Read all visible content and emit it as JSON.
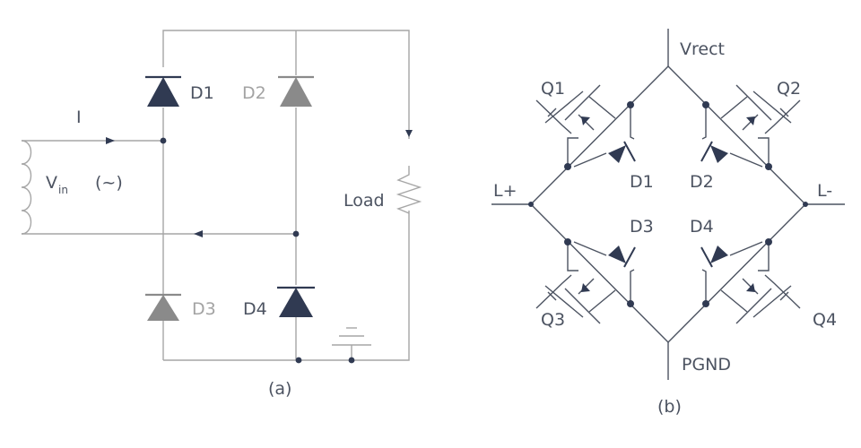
{
  "colors": {
    "dark": "#303a52",
    "gray": "#8a8a8a",
    "wire": "#a6a6a6",
    "text": "#4c5361",
    "text_muted": "#a3a3a3"
  },
  "circuit_a": {
    "caption": "(a)",
    "current_label": "I",
    "vin_main": "V",
    "vin_sub": "in",
    "ac_label": "(~)",
    "load_label": "Load",
    "d1": "D1",
    "d2": "D2",
    "d3": "D3",
    "d4": "D4"
  },
  "circuit_b": {
    "caption": "(b)",
    "vrect": "Vrect",
    "pgnd": "PGND",
    "l_plus": "L+",
    "l_minus": "L-",
    "q1": "Q1",
    "q2": "Q2",
    "q3": "Q3",
    "q4": "Q4",
    "d1": "D1",
    "d2": "D2",
    "d3": "D3",
    "d4": "D4"
  }
}
